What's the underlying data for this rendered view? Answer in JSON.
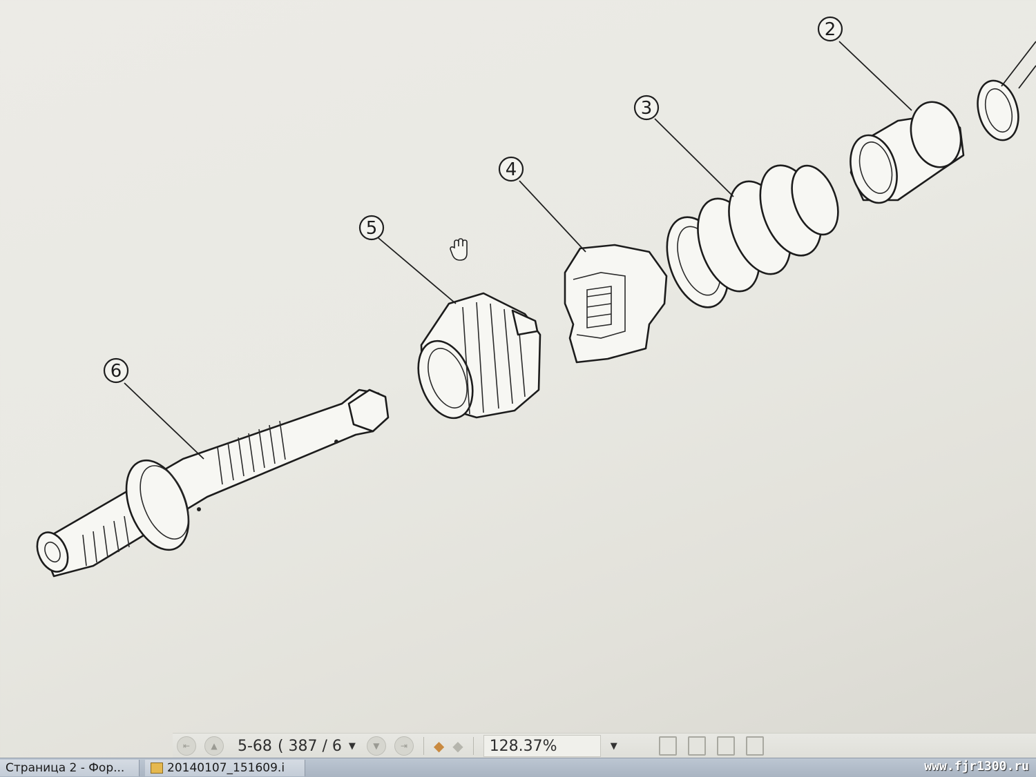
{
  "diagram": {
    "callouts": [
      "2",
      "3",
      "4",
      "5",
      "6"
    ]
  },
  "toolbar": {
    "page_label": "5-68",
    "page_position": "( 387 / 6",
    "zoom": "128.37%"
  },
  "taskbar": {
    "item_1": "Страница 2 - Фор...",
    "item_2": "20140107_151609.i"
  },
  "watermark": "www.fjr1300.ru",
  "icons": [
    "first-page-icon",
    "prev-page-icon",
    "next-page-icon",
    "last-page-icon",
    "back-icon",
    "forward-icon",
    "hand-cursor-icon",
    "single-page-icon",
    "facing-pages-icon",
    "continuous-icon",
    "two-up-icon"
  ]
}
